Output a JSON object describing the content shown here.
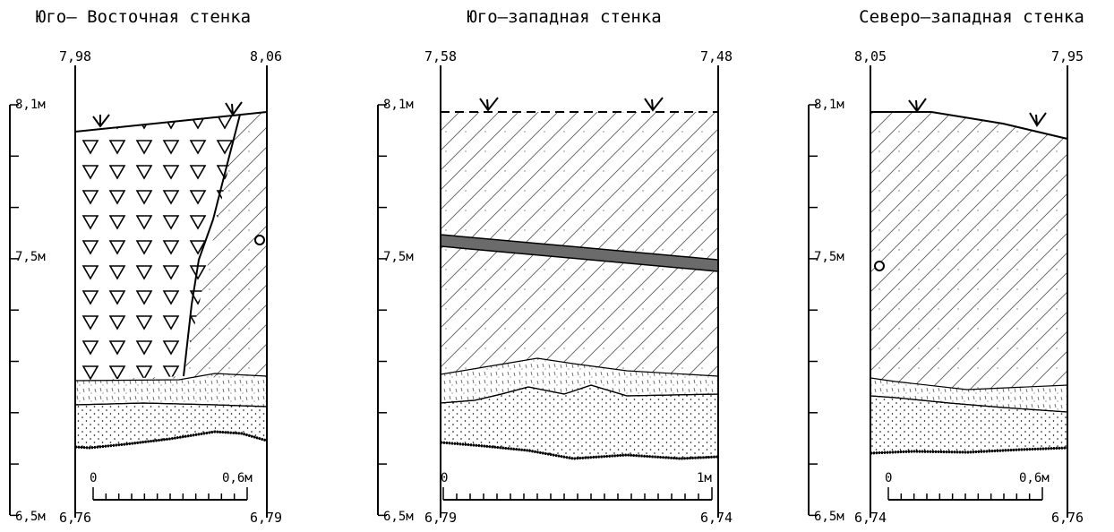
{
  "sections": [
    {
      "title": "Юго– Восточная стенка",
      "elev_top_left": "7,98",
      "elev_top_right": "8,06",
      "elev_bottom_left": "6,76",
      "elev_bottom_right": "6,79",
      "scale_zero": "0",
      "scale_end": "0,6м"
    },
    {
      "title": "Юго–западная стенка",
      "elev_top_left": "7,58",
      "elev_top_right": "7,48",
      "elev_bottom_left": "6,79",
      "elev_bottom_right": "6,74",
      "scale_zero": "0",
      "scale_end": "1м"
    },
    {
      "title": "Северо–западная стенка",
      "elev_top_left": "8,05",
      "elev_top_right": "7,95",
      "elev_bottom_left": "6,74",
      "elev_bottom_right": "6,76",
      "scale_zero": "0",
      "scale_end": "0,6м"
    }
  ],
  "depth_scale": {
    "top_label": "8,1м",
    "mid_label": "7,5м",
    "bottom_label": "6,5м"
  }
}
